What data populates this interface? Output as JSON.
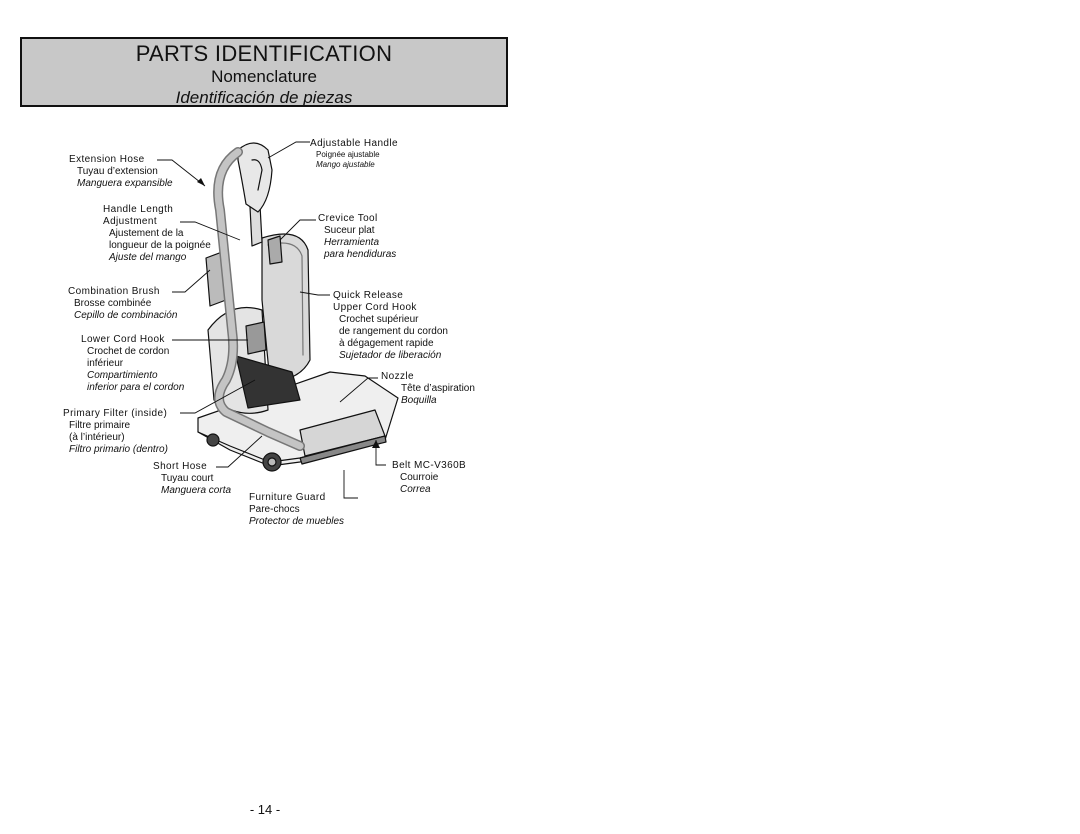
{
  "header": {
    "title": "PARTS IDENTIFICATION",
    "subtitle_fr": "Nomenclature",
    "subtitle_es": "Identificación de piezas"
  },
  "labels": {
    "extension_hose": {
      "en": "Extension Hose",
      "fr": "Tuyau d’extension",
      "es": "Manguera expansible"
    },
    "handle_length": {
      "en1": "Handle Length",
      "en2": "Adjustment",
      "fr1": "Ajustement de la",
      "fr2": "longueur de la poignée",
      "es": "Ajuste del mango"
    },
    "combination_brush": {
      "en": "Combination Brush",
      "fr": "Brosse combinée",
      "es": "Cepillo de combinación"
    },
    "lower_cord_hook": {
      "en": "Lower Cord Hook",
      "fr1": "Crochet de cordon",
      "fr2": "inférieur",
      "es1": "Compartimiento",
      "es2": "inferior para el cordon"
    },
    "primary_filter": {
      "en": "Primary Filter (inside)",
      "fr1": "Filtre primaire",
      "fr2": "(à l’intérieur)",
      "es": "Filtro primario (dentro)"
    },
    "short_hose": {
      "en": "Short Hose",
      "fr": "Tuyau court",
      "es": "Manguera corta"
    },
    "adjustable_handle": {
      "en": "Adjustable Handle",
      "fr": "Poignée ajustable",
      "es": "Mango ajustable"
    },
    "crevice_tool": {
      "en": "Crevice Tool",
      "fr": "Suceur plat",
      "es1": "Herramienta",
      "es2": "para hendiduras"
    },
    "quick_release": {
      "en1": "Quick Release",
      "en2": "Upper Cord Hook",
      "fr1": "Crochet supérieur",
      "fr2": "de rangement du cordon",
      "fr3": "à dégagement rapide",
      "es": "Sujetador de liberación"
    },
    "nozzle": {
      "en": "Nozzle",
      "fr": "Tête d’aspiration",
      "es": "Boquilla"
    },
    "belt": {
      "en": "Belt MC-V360B",
      "fr": "Courroie",
      "es": "Correa"
    },
    "furniture_guard": {
      "en": "Furniture Guard",
      "fr": "Pare-chocs",
      "es": "Protector de muebles"
    }
  },
  "footer": {
    "page_number": "- 14 -"
  }
}
